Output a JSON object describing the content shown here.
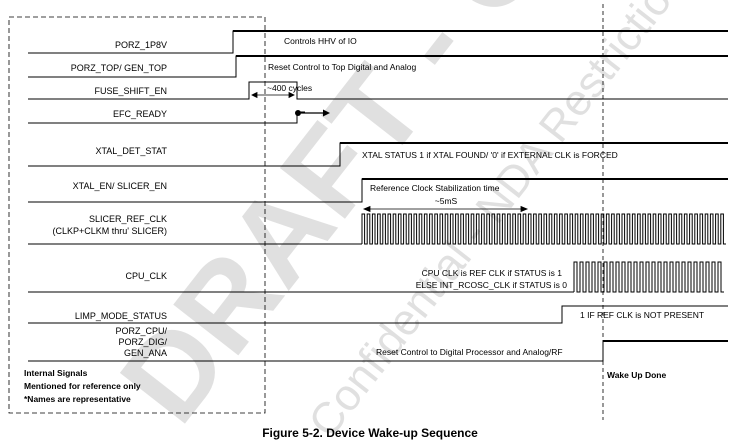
{
  "signals": [
    {
      "label": "PORZ_1P8V"
    },
    {
      "label": "PORZ_TOP/ GEN_TOP"
    },
    {
      "label": "FUSE_SHIFT_EN"
    },
    {
      "label": "EFC_READY"
    },
    {
      "label": "XTAL_DET_STAT"
    },
    {
      "label": "XTAL_EN/ SLICER_EN"
    },
    {
      "label": "SLICER_REF_CLK",
      "sublabel": "(CLKP+CLKM thru' SLICER)"
    },
    {
      "label": "CPU_CLK"
    },
    {
      "label": "LIMP_MODE_STATUS"
    },
    {
      "label": "PORZ_CPU/",
      "line2": "PORZ_DIG/",
      "line3": "GEN_ANA"
    }
  ],
  "annotations": {
    "controls_hhv": "Controls HHV of IO",
    "reset_top": "Reset Control to Top Digital and Analog",
    "cycles": "~400 cycles",
    "xtal_status": "XTAL STATUS 1 if XTAL FOUND/ '0' if EXTERNAL CLK is FORCED",
    "ref_clk_stab": "Reference Clock Stabilization time",
    "five_ms": "~5mS",
    "cpu_clk_line1": "CPU CLK is REF CLK if STATUS is 1",
    "cpu_clk_line2": "ELSE INT_RCOSC_CLK if STATUS is 0",
    "limp_mode": "1 IF REF CLK is NOT PRESENT",
    "reset_cpu": "Reset Control to Digital Processor and Analog/RF",
    "wake_up_done": "Wake Up Done"
  },
  "notes": {
    "line1": "Internal Signals",
    "line2": "Mentioned for reference only",
    "line3": "*Names are representative"
  },
  "watermark": {
    "big": "DRAFT - ON",
    "small": "Confidential - NDA Restrictions"
  },
  "caption": "Figure 5-2. Device Wake-up Sequence"
}
